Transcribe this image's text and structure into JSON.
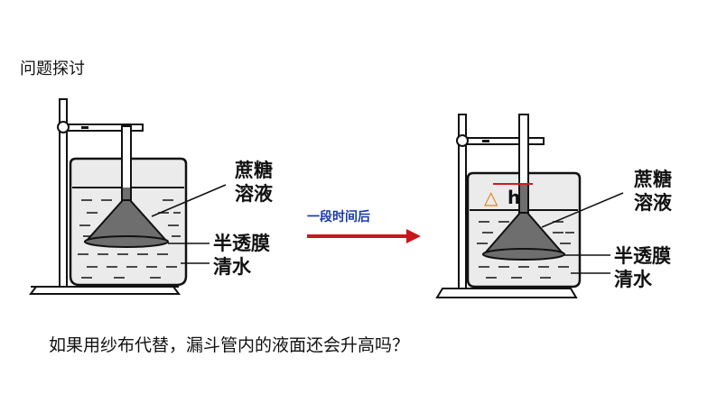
{
  "heading": "问题探讨",
  "question": "如果用纱布代替，漏斗管内的液面还会升高吗？",
  "arrow_label": "一段时间后",
  "left": {
    "sucrose_line1": "蔗糖",
    "sucrose_line2": "溶液",
    "membrane": "半透膜",
    "water": "清水"
  },
  "right": {
    "sucrose_line1": "蔗糖",
    "sucrose_line2": "溶液",
    "membrane": "半透膜",
    "water": "清水",
    "delta_symbol": "△",
    "h_symbol": "h"
  },
  "colors": {
    "arrow": "#c8161d",
    "arrow_text": "#1a3aa8",
    "funnel": "#6e6e6e",
    "beaker_fill": "#ebebeb",
    "delta": "#e07a10",
    "level_line": "#d21a1a"
  }
}
